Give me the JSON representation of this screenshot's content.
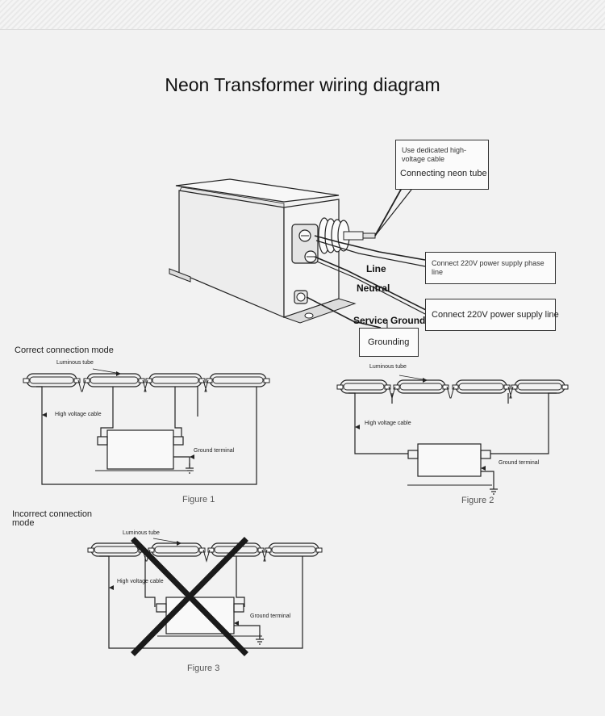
{
  "title": "Neon Transformer wiring diagram",
  "callouts": {
    "hv_cable": "Use dedicated high-voltage cable",
    "neon_tube": "Connecting neon tube",
    "phase_line": "Connect 220V power supply phase line",
    "supply_line": "Connect 220V power supply line",
    "grounding": "Grounding"
  },
  "terminal_labels": {
    "line": "Line",
    "neutral": "Neutral",
    "service_ground": "Service Ground"
  },
  "sections": {
    "correct": "Correct connection mode",
    "incorrect": "Incorrect connection mode"
  },
  "figure_labels": {
    "luminous_tube": "Luminous tube",
    "hv_cable": "High voltage cable",
    "ground_terminal": "Ground  terminal"
  },
  "captions": {
    "fig1": "Figure 1",
    "fig2": "Figure 2",
    "fig3": "Figure 3"
  },
  "colors": {
    "line": "#222222",
    "cross": "#1a1a1a"
  }
}
